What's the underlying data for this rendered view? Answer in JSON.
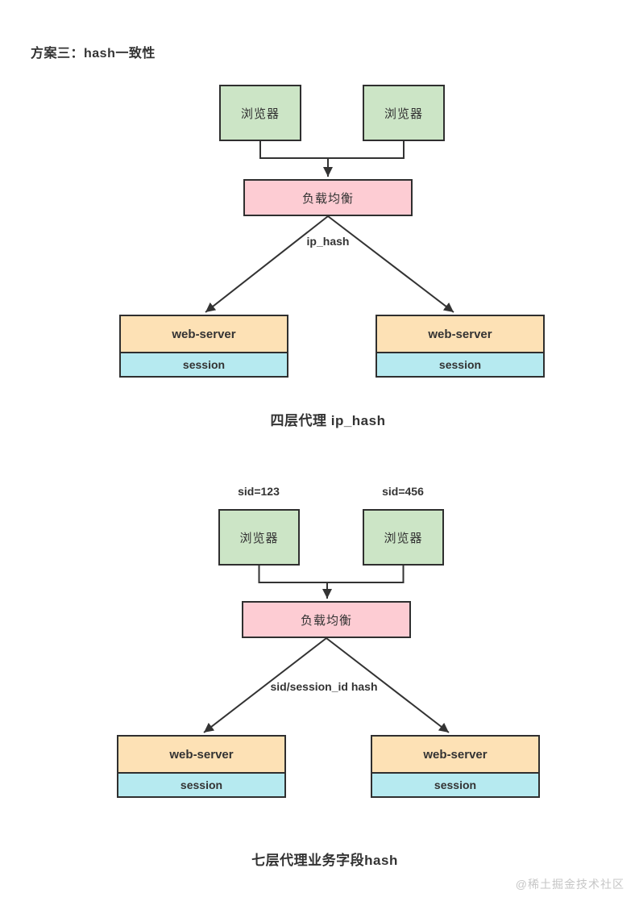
{
  "page": {
    "title": "方案三：hash一致性",
    "watermark": "@稀土掘金技术社区"
  },
  "colors": {
    "browser_fill": "#cce5c6",
    "lb_fill": "#fdccd3",
    "server_fill": "#fde1b5",
    "session_fill": "#b6eaf0",
    "border": "#2f2f2f",
    "line": "#333333",
    "text": "#333333",
    "muted": "#c6c6c6"
  },
  "diagram1": {
    "browsers": [
      {
        "label": "浏览器"
      },
      {
        "label": "浏览器"
      }
    ],
    "load_balancer_label": "负载均衡",
    "hash_label": "ip_hash",
    "servers": [
      {
        "title": "web-server",
        "sub": "session"
      },
      {
        "title": "web-server",
        "sub": "session"
      }
    ],
    "caption": "四层代理 ip_hash"
  },
  "diagram2": {
    "browsers": [
      {
        "sid": "sid=123",
        "label": "浏览器"
      },
      {
        "sid": "sid=456",
        "label": "浏览器"
      }
    ],
    "load_balancer_label": "负载均衡",
    "hash_label": "sid/session_id hash",
    "servers": [
      {
        "title": "web-server",
        "sub": "session"
      },
      {
        "title": "web-server",
        "sub": "session"
      }
    ],
    "caption": "七层代理业务字段hash"
  }
}
